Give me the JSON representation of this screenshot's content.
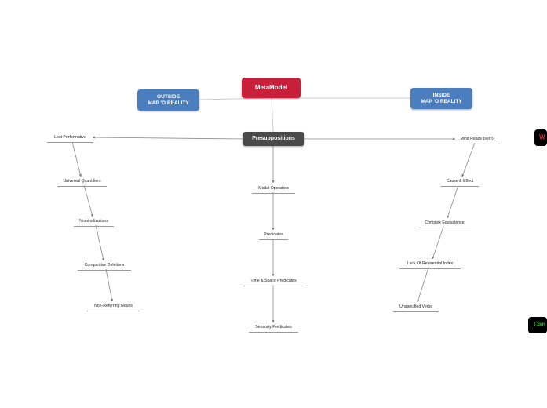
{
  "central": {
    "label": "MetaModel"
  },
  "branches": {
    "outside": {
      "line1": "OUTSIDE",
      "line2": "MAP 'O REALITY"
    },
    "inside": {
      "line1": "INSIDE",
      "line2": "MAP 'O REALITY"
    }
  },
  "presuppositions": {
    "label": "Presuppositions"
  },
  "left_chain": [
    "Lost Performative",
    "Universal Quantifiers",
    "Nominalizations",
    "Comparitive Deletions",
    "Non-Referring Nouns"
  ],
  "center_chain": [
    "Modal Operators",
    "Predicates",
    "Time & Space Predicates",
    "Sensorty Predicates"
  ],
  "right_chain": [
    "Mind Reads (self!)",
    "Cause & Effect",
    "Complex Equivalence",
    "Lack Of Referential Index",
    "Unspecified Verbs"
  ],
  "edge_tags": {
    "top": {
      "text": "W",
      "color": "#e8202a"
    },
    "bottom": {
      "text": "Can",
      "color": "#2eb82e"
    }
  }
}
